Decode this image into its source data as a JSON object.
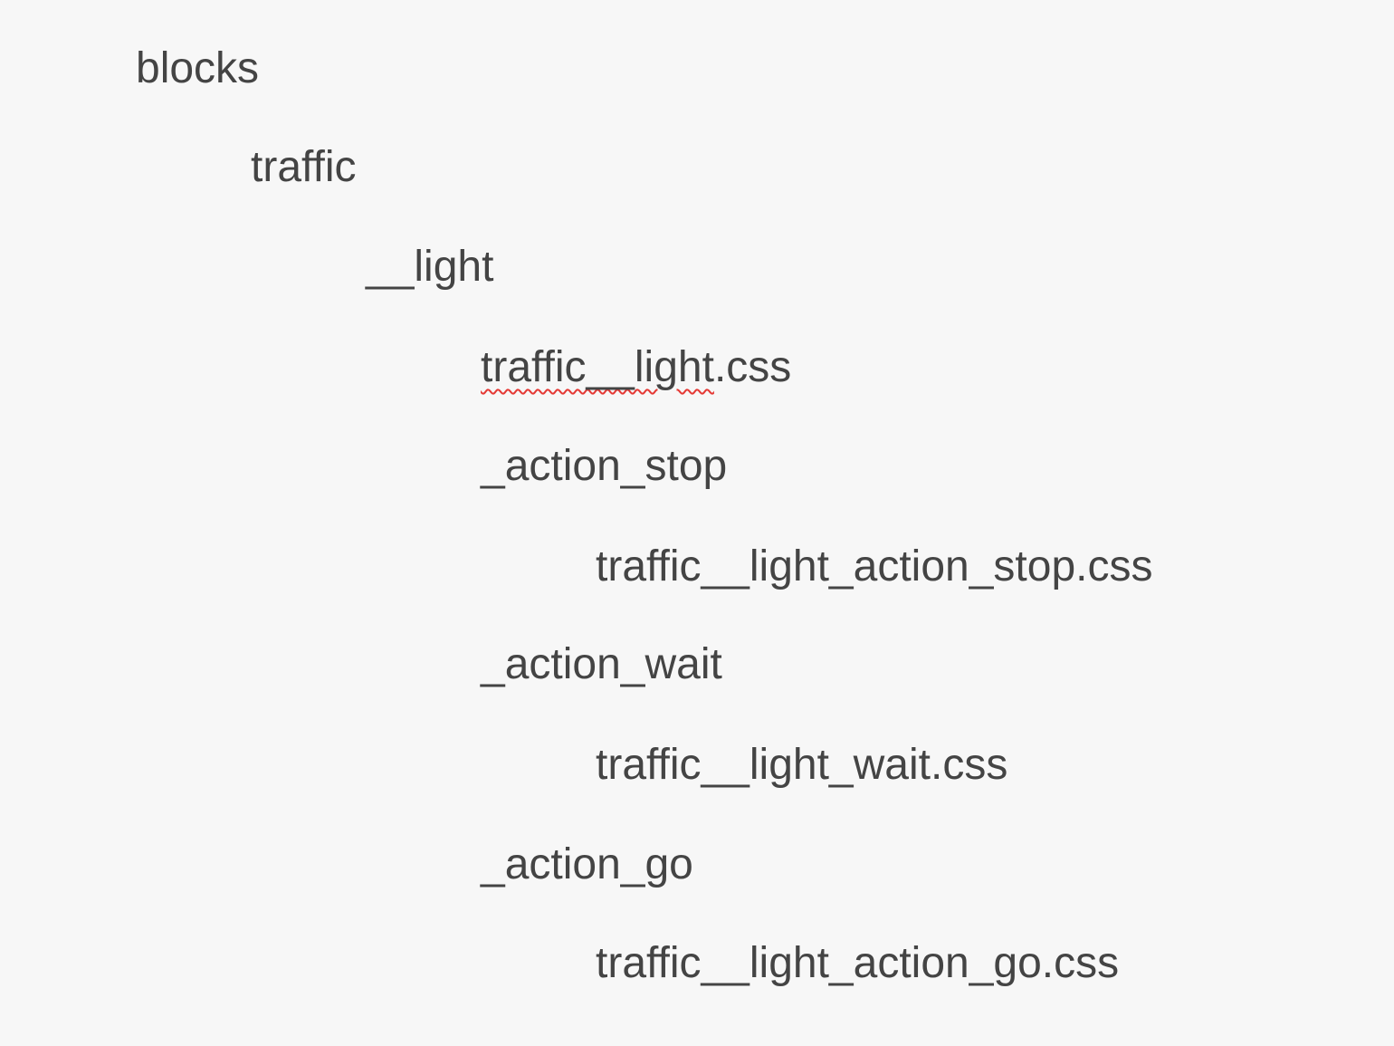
{
  "tree": {
    "items": [
      {
        "label": "blocks",
        "level": 0
      },
      {
        "label": "traffic",
        "level": 1
      },
      {
        "label": "__light",
        "level": 2
      },
      {
        "label_misspelled": "traffic__light",
        "label_rest": ".css",
        "level": 3
      },
      {
        "label": "_action_stop",
        "level": 3
      },
      {
        "label": "traffic__light_action_stop.css",
        "level": 4
      },
      {
        "label": "_action_wait",
        "level": 3
      },
      {
        "label": "traffic__light_wait.css",
        "level": 4
      },
      {
        "label": "_action_go",
        "level": 3
      },
      {
        "label": "traffic__light_action_go.css",
        "level": 4
      }
    ]
  },
  "colors": {
    "text": "#444444",
    "background": "#f7f7f7",
    "spellcheck_underline": "#e53935"
  }
}
